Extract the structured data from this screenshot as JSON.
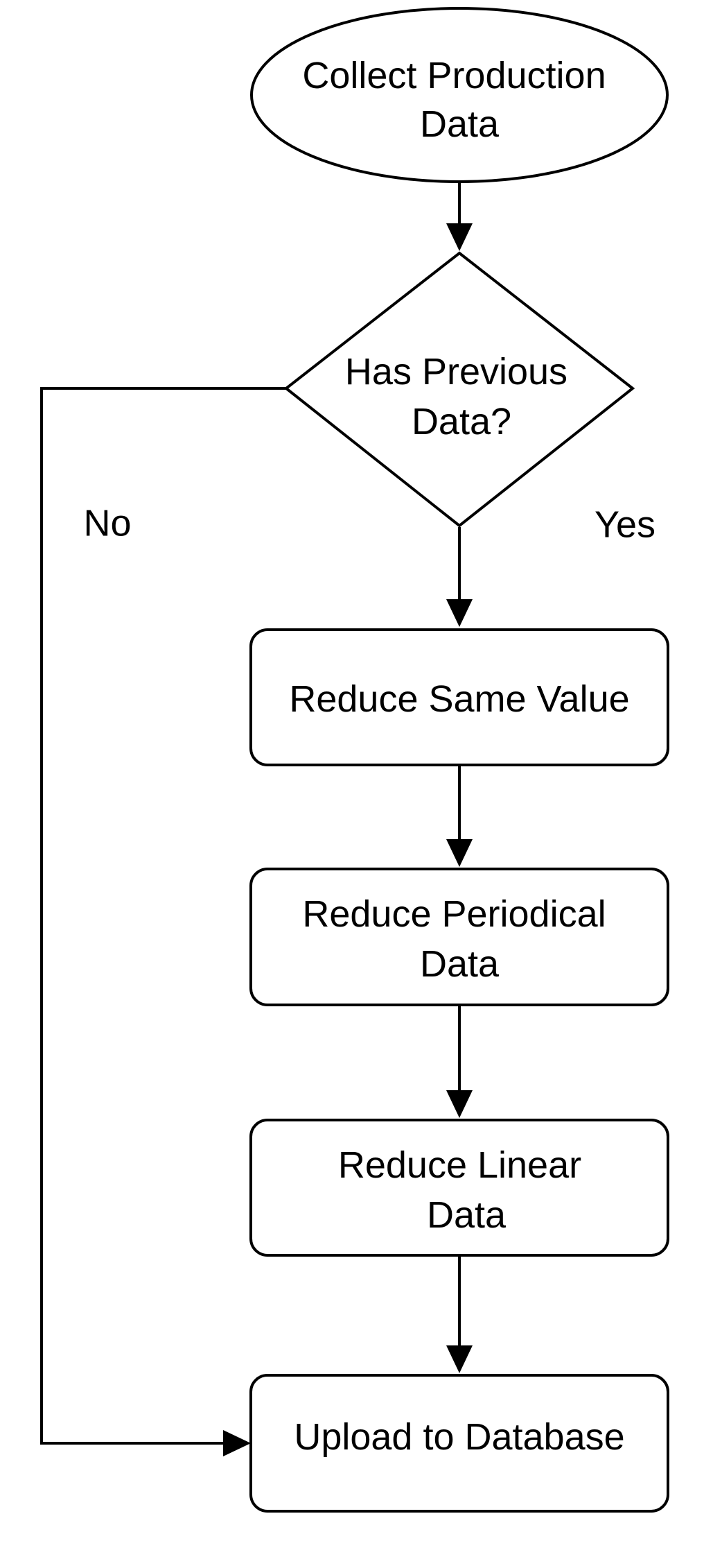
{
  "nodes": {
    "collect": {
      "shape": "ellipse",
      "lines": [
        "Collect Production",
        "Data"
      ]
    },
    "decision": {
      "shape": "diamond",
      "lines": [
        "Has Previous",
        "Data?"
      ]
    },
    "reduce_same": {
      "shape": "rounded-rect",
      "lines": [
        "Reduce Same Value"
      ]
    },
    "reduce_periodical": {
      "shape": "rounded-rect",
      "lines": [
        "Reduce Periodical",
        "Data"
      ]
    },
    "reduce_linear": {
      "shape": "rounded-rect",
      "lines": [
        "Reduce Linear",
        "Data"
      ]
    },
    "upload": {
      "shape": "rounded-rect",
      "lines": [
        "Upload to Database"
      ]
    }
  },
  "edges": {
    "collect_to_decision": {
      "from": "collect",
      "to": "decision",
      "label": ""
    },
    "decision_yes": {
      "from": "decision",
      "to": "reduce_same",
      "label": "Yes"
    },
    "decision_no": {
      "from": "decision",
      "to": "upload",
      "label": "No"
    },
    "same_to_periodical": {
      "from": "reduce_same",
      "to": "reduce_periodical",
      "label": ""
    },
    "periodical_to_linear": {
      "from": "reduce_periodical",
      "to": "reduce_linear",
      "label": ""
    },
    "linear_to_upload": {
      "from": "reduce_linear",
      "to": "upload",
      "label": ""
    }
  },
  "colors": {
    "stroke": "#000000",
    "fill": "#ffffff",
    "text": "#000000"
  }
}
